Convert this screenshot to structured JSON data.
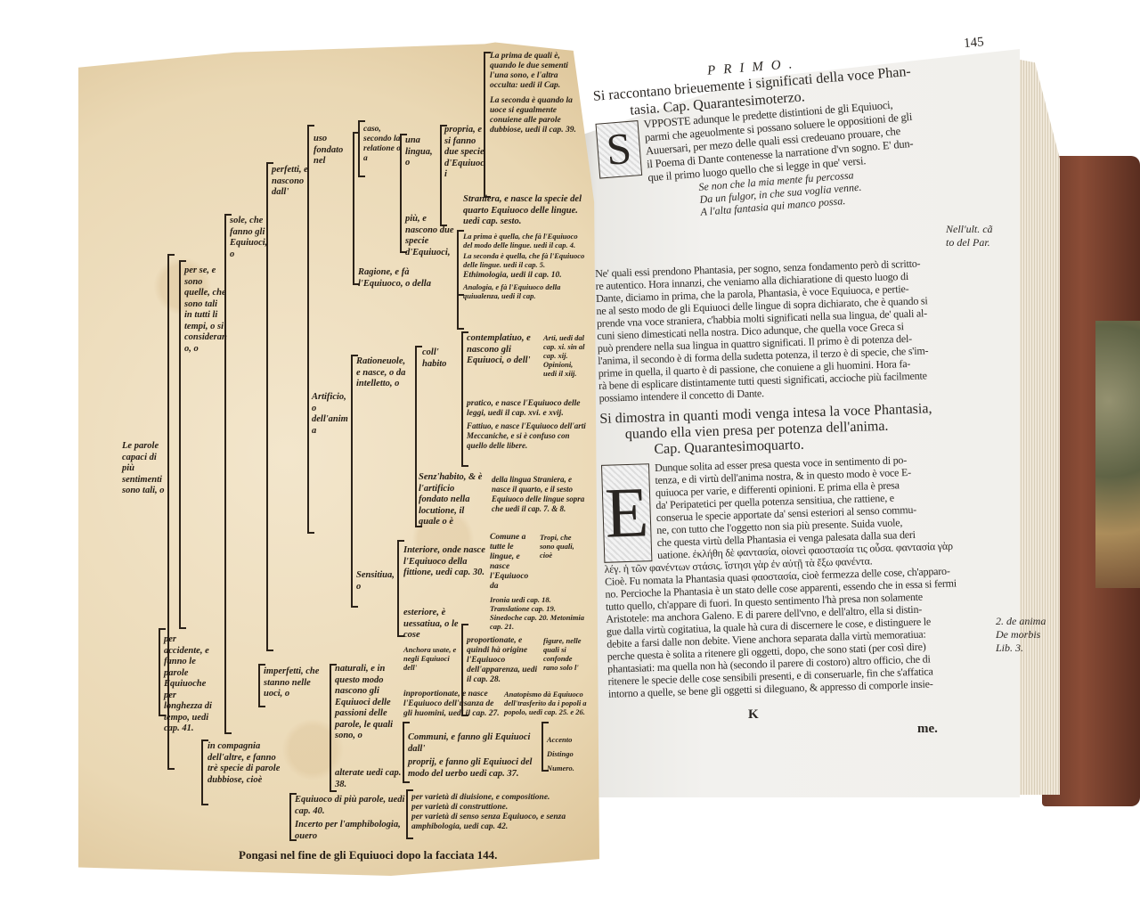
{
  "right_page": {
    "running_head": "PRIMO.",
    "page_number": "145",
    "chapter43_title": [
      "Si raccontano brieuemente i significati della voce Phan-",
      "tasia.   Cap.   Quarantesimoterzo."
    ],
    "drop_cap_1": "S",
    "para1_lines": [
      "VPPOSTE adunque le predette distintioni de gli Equiuoci,",
      "parmi che ageuolmente si possano soluere le oppositioni de gli",
      "Auuersari, per mezo delle quali essi credeuano prouare, che",
      "il Poema di Dante contenesse la narratione d'vn sogno. E' dun-",
      "que il primo luogo quello che si legge in que' versi."
    ],
    "verse": [
      "Se non che la mia mente fu percossa",
      "Da un fulgor, in che sua voglia venne.",
      "A l'alta fantasia qui manco possa."
    ],
    "para1b_lines": [
      "Ne' quali essi prendono Phantasia, per sogno, senza fondamento però di scritto-",
      "re autentico. Hora innanzi, che veniamo alla dichiaratione di questo luogo di",
      "Dante, diciamo in prima, che la parola, Phantasia, è voce Equiuoca, e pertie-",
      "ne al sesto modo de gli Equiuoci delle lingue di sopra dichiarato, che è quando si",
      "prende vna voce straniera, c'habbia molti significati nella sua lingua, de' quali al-",
      "cuni sieno dimesticati nella nostra.     Dico adunque, che quella voce Greca si",
      "può prendere nella sua lingua in quattro significati.   Il primo è di potenza del-",
      "l'anima, il secondo è di forma della sudetta potenza, il terzo è di specie, che s'im-",
      "prime in quella, il quarto è di passione, che conuiene a gli huomini.   Hora fa-",
      "rà bene di esplicare distintamente tutti questi significati, accioche più facilmente",
      "possiamo intendere il concetto di Dante."
    ],
    "chapter44_title": [
      "Si dimostra in quanti modi venga intesa la voce Phantasia,",
      "quando ella vien presa per potenza dell'anima.",
      "Cap.   Quarantesimoquarto."
    ],
    "drop_cap_2": "E",
    "para2_lines": [
      "Dunque solita ad esser presa questa voce in sentimento di po-",
      "tenza, e di virtù dell'anima nostra, & in questo modo è voce E-",
      "quiuoca per varie, e differenti opinioni.   E prima ella è presa",
      "da' Peripatetici per quella potenza sensitiua, che rattiene, e",
      "conserua le specie apportate da' sensi esteriori al senso commu-",
      "ne, con tutto che l'oggetto non sia più presente.   Suida vuole,",
      "che questa virtù della Phantasia ei venga palesata dalla sua deri",
      "uatione.  ἐκλήθη δὲ φαντασία, οἱονεὶ φαοστασία τις οὖσα.  φαντασία γὰρ",
      "λέγ. ἡ τῶν φανέντων στάσις.  ἵστησι γὰρ ἐν αὐτῇ τὰ ἔξω φανέντα.",
      "Cioè. Fu nomata la Phantasia quasi φαοστασία, cioè fermezza delle cose, ch'apparo-",
      "no. Percioche la Phantasia è un stato delle cose apparenti, essendo che in essa si fermi",
      "tutto quello, ch'appare di fuori.    In questo sentimento l'hà presa non solamente",
      "Aristotele: ma anchora Galeno.   E di parere dell'vno, e dell'altro, ella si distin-",
      "gue dalla virtù cogitatiua, la quale hà cura di discernere le cose, e distinguere le",
      "debite a farsi dalle non debite.   Viene anchora separata dalla virtù memoratiua:",
      "perche questa è solita a ritenere gli oggetti, dopo, che sono stati (per così dire)",
      "phantasiati: ma quella non hà (secondo il parere di costoro) altro officio, che di",
      "ritenere le specie delle cose sensibili presenti, e di conseruarle, fin che s'affatica",
      "intorno a quelle, se bene gli oggetti si dileguano, & appresso di comporle insie-"
    ],
    "signature": "K",
    "catchword": "me.",
    "margin_note_1": [
      "Nell'ult. cã",
      "to del Par."
    ],
    "margin_note_2": [
      "2. de anima",
      "De morbis",
      "Lib. 3."
    ]
  },
  "left_chart": {
    "root": "Le parole capaci di più sentimenti sono tali, o",
    "per_se": "per se, e sono quelle, che sono tali in tutti li tempi, o si considerano, o",
    "per_accidente": "per accidente, e fanno le parole Equiuoche per longhezza di tempo, uedi cap. 41.",
    "in_compagnia": "in compagnia dell'altre, e fanno trè specie di parole dubbiose, cioè",
    "sole": "sole, che fanno gli Equiuoci, o",
    "perfetti": "perfetti, e nascono dall'",
    "imperfetti": "imperfetti, che stanno nelle uoci, o",
    "uso": "uso fondato nel",
    "artificio": "Artificio, o dell'anima",
    "caso": "caso, secondo la relatione o a",
    "ragione": "Ragione, e fà l'Equiuoco, o della",
    "una_lingua": "una lingua, o",
    "piu": "più, e nascono due specie d'Equiuoci,",
    "propria": "propria, e si fanno due specie d'Equiuoci",
    "straniera": "Straniera, e nasce la specie del quarto Equiuoco delle lingue. uedi cap. sesto.",
    "la_prima_lingue": "La prima è quella, che fà l'Equiuoco del modo delle lingue. uedi il cap. 4.",
    "la_seconda_lingue": "La seconda è quella, che fà l'Equiuoco delle lingue. uedi il cap. 5.",
    "la_prima_top": "La prima de quali è, quando le due sementi l'una sono, e l'altra occulta: uedi il Cap.",
    "la_seconda_top": "La seconda è quando la uoce si egualmente conuiene alle parole dubbiose, uedi il cap. 39.",
    "ethimologia": "Ethimologia, uedi il cap. 10.",
    "analogia": "Analogia, e fà l'Equiuoco della quiualenza, uedi il cap.",
    "rationeuole": "Rationeuole, e nasce, o da intelletto, o",
    "coll_habito": "coll' habito",
    "contemplatiuo": "contemplatiuo, e nascono gli Equiuoci, o dell'",
    "arti": "Arti, uedi dal cap. xi. sin al cap. xij. Opinioni, uedi il xiij.",
    "pratico": "pratico, e nasce l'Equiuoco delle leggi, uedi il cap. xvi. e xvij.",
    "fattiuo": "Fattiuo, e nasce l'Equiuoco dell'arti Meccaniche, e si è confuso con quello delle libere.",
    "lingua_straniera": "della lingua Straniera, e nasce il quarto, e il sesto Equiuoco delle lingue sopra che uedi il cap. 7. & 8.",
    "senz_habito": "Senz'habito, & è l'artificio fondato nella locutione, il quale o è",
    "comune": "Comune a tutte le lingue, e nasce l'Equiuoco da",
    "tropi": "Tropi, che sono quali, cioè",
    "ironia": "Ironia uedi cap. 18. Translatione cap. 19. Sinedoche cap. 20. Metonimia cap. 21.",
    "sensitiua": "Sensitiua, o",
    "interiore": "Interiore, onde nasce l'Equiuoco della fittione, uedi cap. 30.",
    "esteriore": "esteriore, è uessatiua, o le cose",
    "proportionate": "proportionate, e quindi hà origine l'Equiuoco dell'apparenza, uedi il cap. 28.",
    "figure": "figure, nelle quali si confonde rano solo l'",
    "anchora": "Anchora usate, e negli Equiuoci dell'",
    "anatopismo": "Anatopismo dà Equiuoco dell'trasferito da i popoli a popolo, uedi cap. 25. e 26.",
    "inproportionate": "inproportionate, e nasce l'Equiuoco dell'usanza de gli huomini, uedi il cap. 27.",
    "naturali": "naturali, e in questo modo nascono gli Equiuoci delle passioni delle parole, le quali sono, o",
    "communi": "Communi, e fanno gli Equiuoci dall'",
    "accento": "Accento",
    "distingo": "Distingo",
    "numero": "Numero.",
    "proprij": "proprij, e fanno gli Equiuoci del modo del uerbo uedi cap. 37.",
    "alterate": "alterate uedi cap. 38.",
    "equiuoco_piu": "Equiuoco di più parole, uedi cap. 40.",
    "incerto": "Incerto per l'amphibologia, ouero",
    "varieta_1": "per varietà di diuisione, e compositione.",
    "varieta_2": "per varietà di construttione.",
    "varieta_3": "per varietà di senso senza Equiuoco, e senza amphibologia, uedi cap. 42.",
    "footer": "Pongasi nel fine de gli Equiuoci dopo la facciata 144."
  }
}
